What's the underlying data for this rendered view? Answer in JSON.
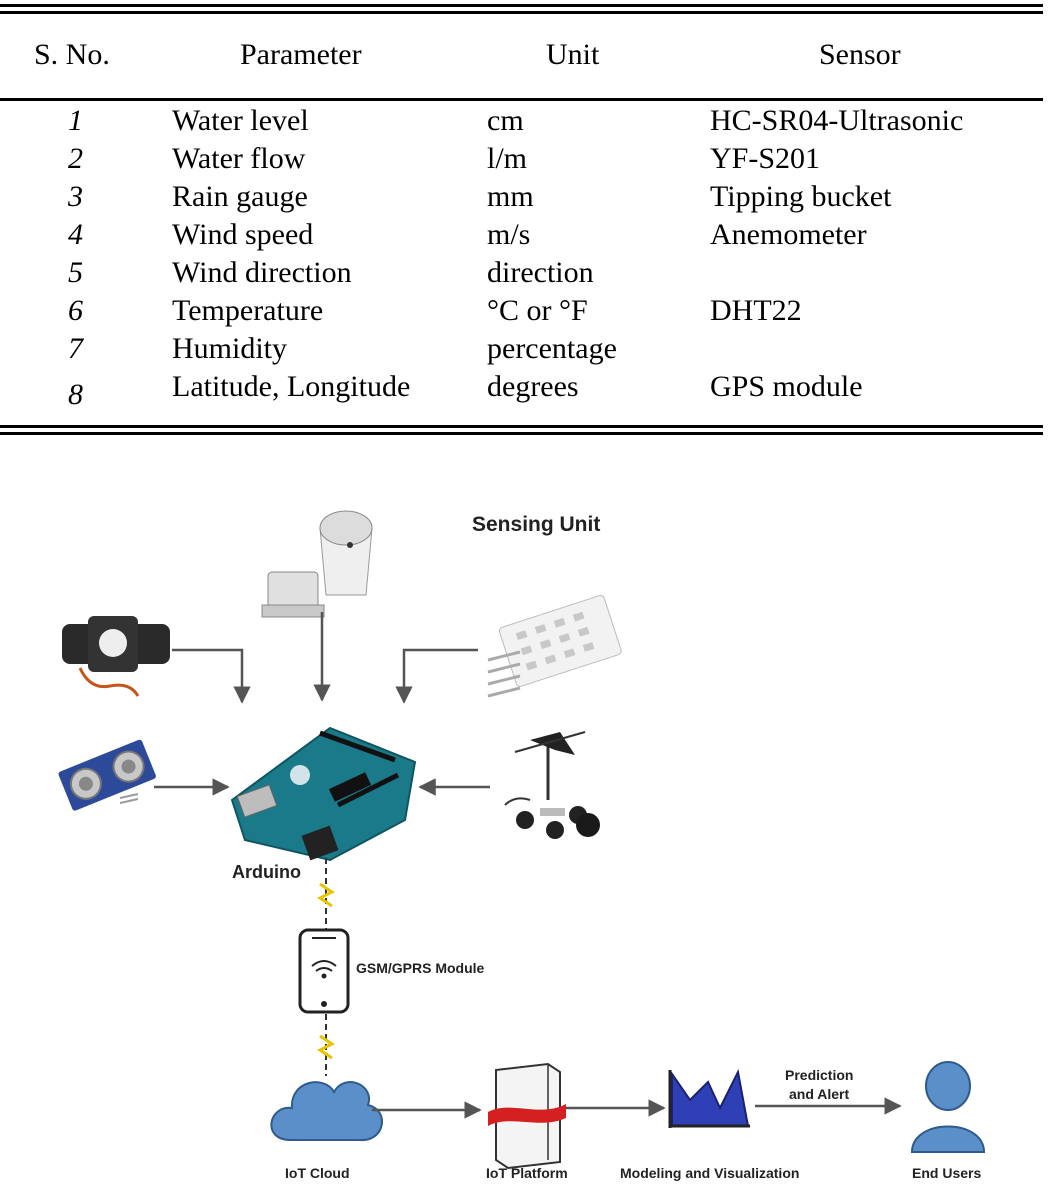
{
  "table": {
    "headers": [
      "S. No.",
      "Parameter",
      "Unit",
      "Sensor"
    ],
    "rows": [
      {
        "no": "1",
        "parameter": "Water level",
        "unit": "cm",
        "sensor": "HC-SR04-Ultrasonic"
      },
      {
        "no": "2",
        "parameter": "Water flow",
        "unit": "l/m",
        "sensor": "YF-S201"
      },
      {
        "no": "3",
        "parameter": "Rain gauge",
        "unit": "mm",
        "sensor": "Tipping bucket"
      },
      {
        "no": "4",
        "parameter": "Wind speed",
        "unit": "m/s",
        "sensor": "Anemometer"
      },
      {
        "no": "5",
        "parameter": "Wind direction",
        "unit": "direction",
        "sensor": ""
      },
      {
        "no": "6",
        "parameter": "Temperature",
        "unit": "°C or °F",
        "sensor": "DHT22"
      },
      {
        "no": "7",
        "parameter": "Humidity",
        "unit": "percentage",
        "sensor": ""
      },
      {
        "no": "8",
        "parameter": "Latitude, Longitude",
        "unit": "degrees",
        "sensor": "GPS module"
      }
    ]
  },
  "diagram": {
    "sensing_unit": "Sensing Unit",
    "arduino": "Arduino",
    "gsm": "GSM/GPRS Module",
    "iot_cloud": "IoT Cloud",
    "iot_platform": "IoT Platform",
    "modeling": "Modeling and Visualization",
    "prediction": [
      "Prediction",
      "and Alert"
    ],
    "end_users": "End Users"
  },
  "colors": {
    "arrow": "#555555",
    "cloud": "#5b8fc9",
    "board": "#1a7a8a",
    "chart": "#2f3fb5",
    "user": "#5b8fc9",
    "platform_band": "#d42020"
  }
}
